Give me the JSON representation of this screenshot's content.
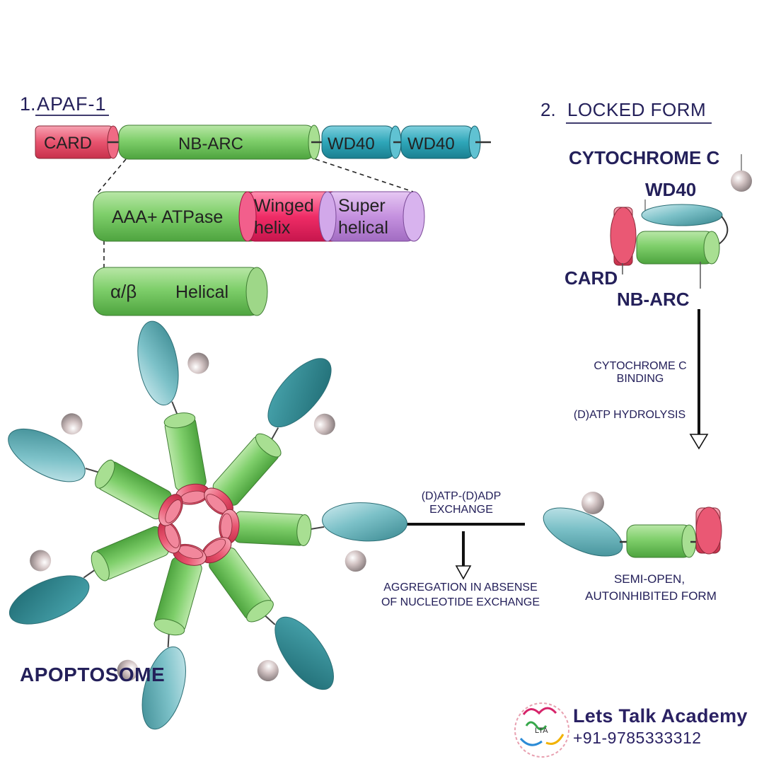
{
  "section1": {
    "number": "1.",
    "title": "APAF-1"
  },
  "section2": {
    "number": "2.",
    "title": "LOCKED FORM"
  },
  "domain_bar": {
    "card": "CARD",
    "nbarc": "NB-ARC",
    "wd40a": "WD40",
    "wd40b": "WD40"
  },
  "subdomains": {
    "aaa": "AAA+ ATPase",
    "winged": [
      "Winged",
      "helix"
    ],
    "super": [
      "Super",
      "helical"
    ],
    "ab": "α/β",
    "helical": "Helical"
  },
  "locked": {
    "cytochrome": "CYTOCHROME C",
    "wd40": "WD40",
    "card": "CARD",
    "nbarc": "NB-ARC"
  },
  "steps": {
    "binding": [
      "CYTOCHROME C",
      "BINDING"
    ],
    "hydrolysis": "(D)ATP HYDROLYSIS",
    "exchange": [
      "(D)ATP-(D)ADP",
      "EXCHANGE"
    ],
    "aggregation": [
      "AGGREGATION IN ABSENSE",
      "OF NUCLEOTIDE EXCHANGE"
    ],
    "semiopen": [
      "SEMI-OPEN,",
      "AUTOINHIBITED FORM"
    ]
  },
  "apoptosome_label": "APOPTOSOME",
  "brand": {
    "name": "Lets Talk Academy",
    "phone": "+91-9785333312",
    "logo_text": "LTA"
  },
  "colors": {
    "navy": "#24205a",
    "card_red": "#e2496a",
    "green": "#7cc86a",
    "teal": "#2aa3b5",
    "purple": "#c79be0",
    "pink": "#ec2f68"
  }
}
